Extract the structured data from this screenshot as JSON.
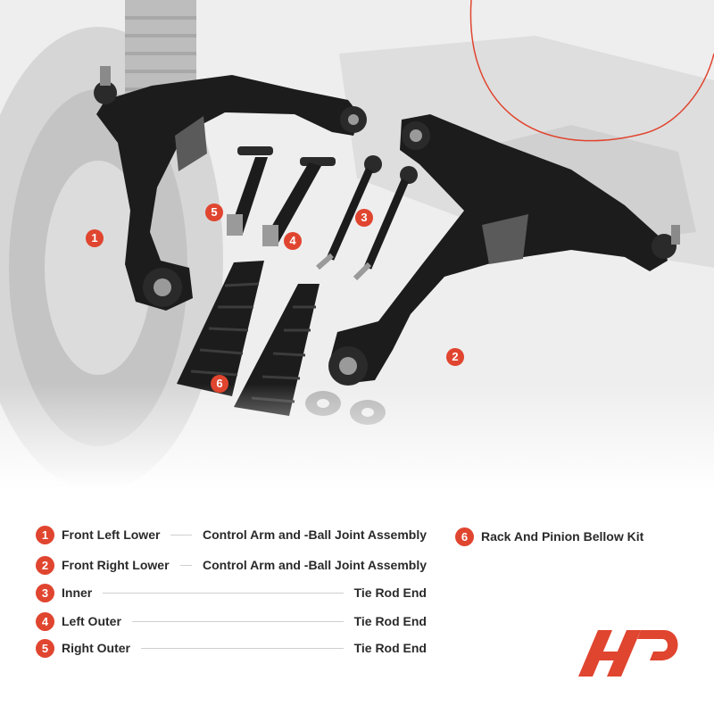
{
  "legend": {
    "items": [
      {
        "num": "1",
        "left": "Front Left Lower",
        "right": "Control Arm and -Ball Joint Assembly"
      },
      {
        "num": "2",
        "left": "Front Right Lower",
        "right": "Control Arm and -Ball Joint Assembly"
      },
      {
        "num": "3",
        "left": "Inner",
        "right": "Tie Rod End"
      },
      {
        "num": "4",
        "left": "Left Outer",
        "right": "Tie Rod End"
      },
      {
        "num": "5",
        "left": "Right Outer",
        "right": "Tie Rod End"
      },
      {
        "num": "6",
        "left": "Rack And Pinion Bellow Kit"
      }
    ]
  },
  "callouts": [
    "1",
    "2",
    "3",
    "4",
    "5",
    "6"
  ],
  "colors": {
    "accent": "#e0452f",
    "text": "#2a2a2a",
    "part": "#1c1c1c"
  }
}
